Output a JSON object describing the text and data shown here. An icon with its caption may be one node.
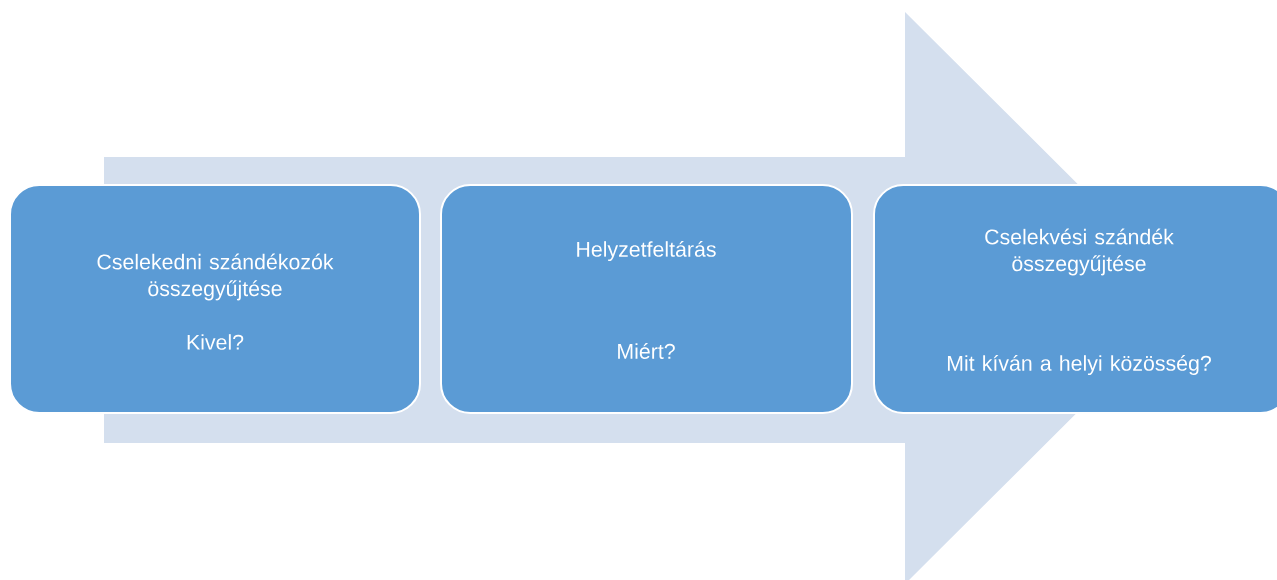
{
  "diagram": {
    "nodes": [
      {
        "text": [
          "Cselekedni szándékozók összegyűjtése",
          "Kivel?"
        ]
      },
      {
        "text": [
          "Helyzetfeltárás",
          "Miért?"
        ]
      },
      {
        "text": [
          "Cselekvési szándék összegyűjtése",
          "Mit kíván a helyi közösség?"
        ]
      }
    ],
    "edges": [
      {
        "from": 0,
        "to": 2,
        "arrow": "to"
      }
    ]
  }
}
